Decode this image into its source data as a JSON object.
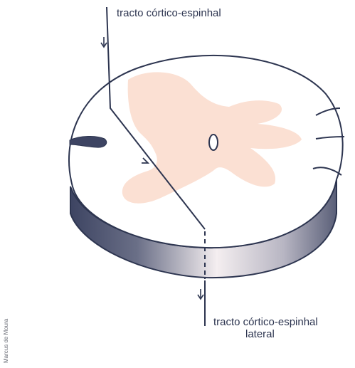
{
  "labels": {
    "top": "tracto córtico-espinhal",
    "bottom_line1": "tracto córtico-espinhal",
    "bottom_line2": "lateral"
  },
  "credit": "Marcus de Moura",
  "colors": {
    "outline": "#2d3550",
    "grey_matter": "#fbe0d3",
    "side_dark": "#3d4462",
    "side_light": "#f4eef0",
    "cord_fill": "#ffffff"
  }
}
